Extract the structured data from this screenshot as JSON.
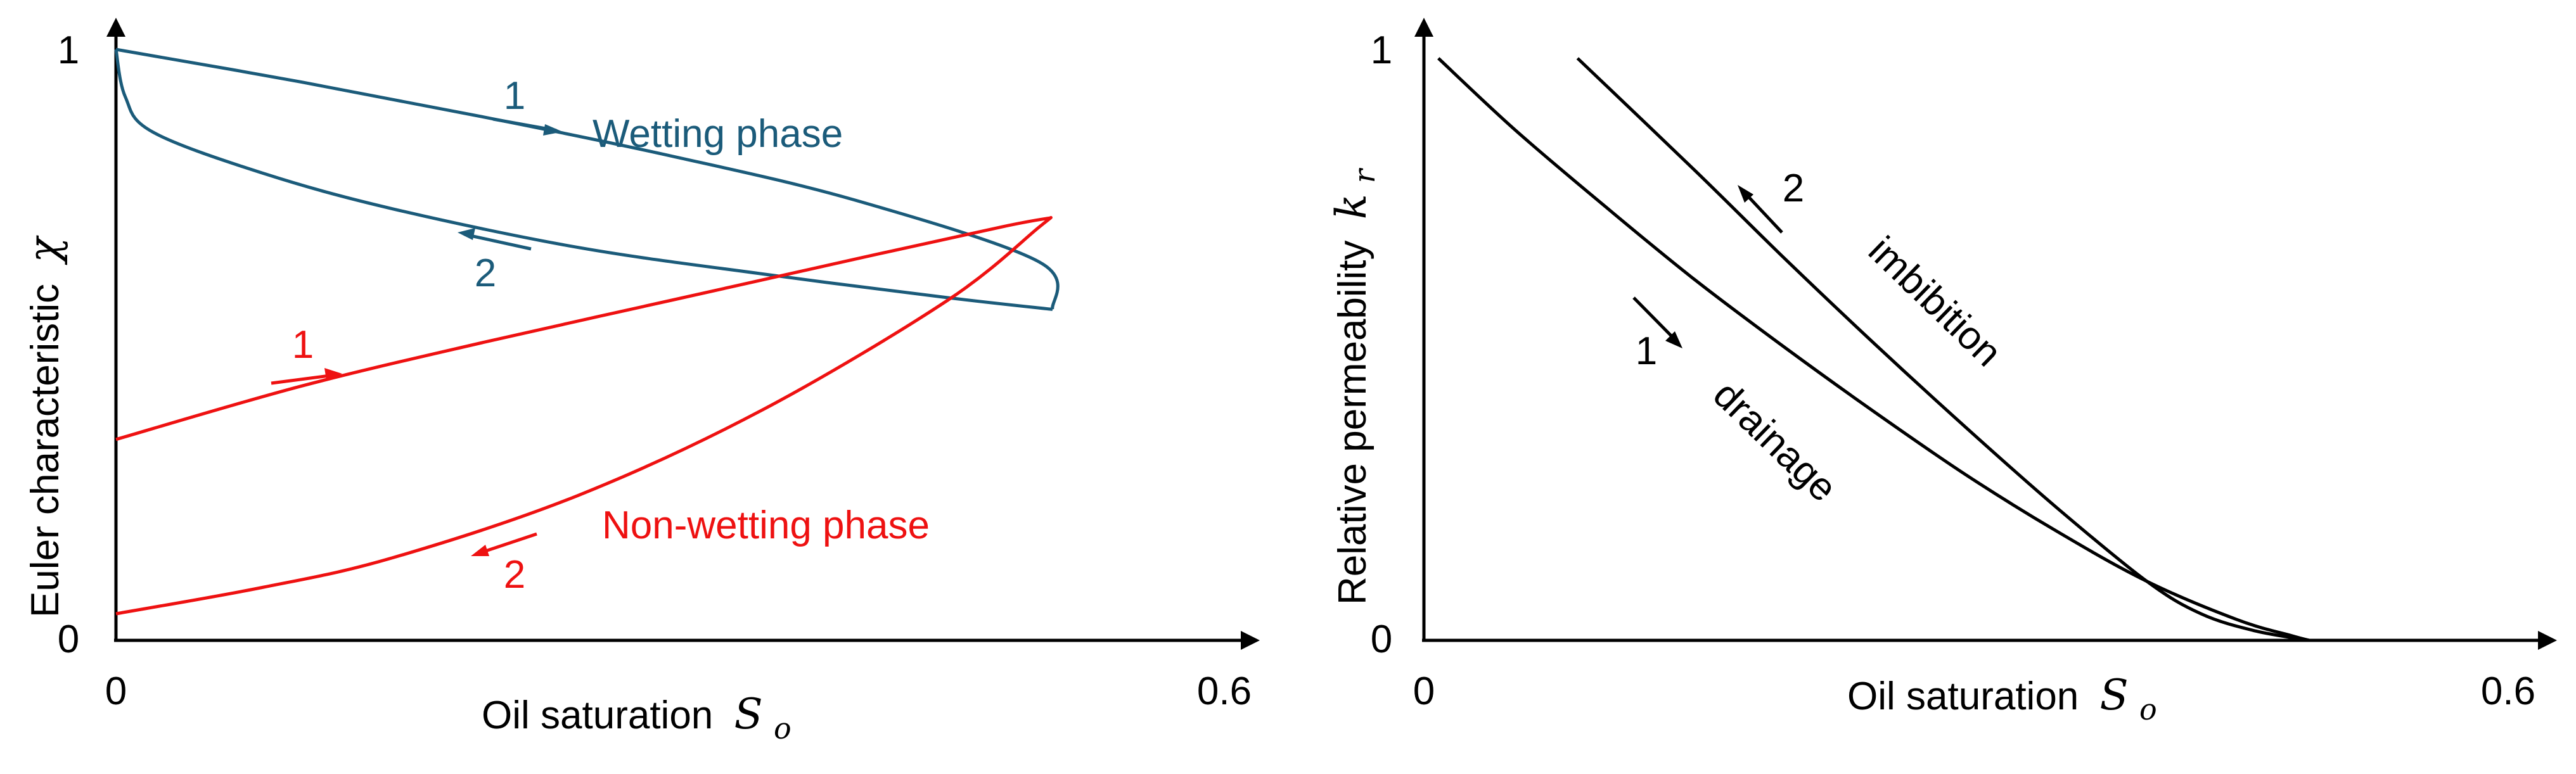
{
  "colors": {
    "axes": "#000000",
    "wetting": "#1b5b7a",
    "nonwetting": "#ee1111",
    "perm": "#000000"
  },
  "chart_data": [
    {
      "type": "line",
      "xlabel": "Oil saturation S_o",
      "xlabel_text": "Oil saturation",
      "xlabel_symbol": "S",
      "xlabel_sub": "o",
      "ylabel": "Euler characteristic χ",
      "ylabel_text": "Euler characteristic",
      "ylabel_symbol": "χ",
      "xlim": [
        0,
        0.6
      ],
      "ylim": [
        0,
        1
      ],
      "xticks": [
        "0",
        "0.6"
      ],
      "yticks": [
        "0",
        "1"
      ],
      "grid": false,
      "series": [
        {
          "name": "Wetting phase",
          "color": "#1b5b7a",
          "branches": [
            {
              "label": "1",
              "direction": "increasing S_o",
              "x": [
                0.0,
                0.1,
                0.2,
                0.3,
                0.4,
                0.5,
                0.507
              ],
              "y": [
                1.0,
                0.945,
                0.885,
                0.82,
                0.745,
                0.64,
                0.56
              ]
            },
            {
              "label": "2",
              "direction": "decreasing S_o",
              "x": [
                0.507,
                0.45,
                0.35,
                0.25,
                0.15,
                0.08,
                0.02,
                0.005,
                0.0
              ],
              "y": [
                0.56,
                0.58,
                0.62,
                0.665,
                0.73,
                0.79,
                0.86,
                0.92,
                1.0
              ]
            }
          ]
        },
        {
          "name": "Non-wetting phase",
          "color": "#ee1111",
          "branches": [
            {
              "label": "1",
              "direction": "increasing S_o",
              "x": [
                0.0,
                0.1,
                0.2,
                0.3,
                0.4,
                0.48,
                0.506
              ],
              "y": [
                0.34,
                0.43,
                0.505,
                0.575,
                0.645,
                0.7,
                0.715
              ]
            },
            {
              "label": "2",
              "direction": "decreasing S_o",
              "x": [
                0.506,
                0.5,
                0.45,
                0.35,
                0.25,
                0.15,
                0.08,
                0.0
              ],
              "y": [
                0.715,
                0.7,
                0.575,
                0.39,
                0.245,
                0.14,
                0.09,
                0.045
              ]
            }
          ]
        }
      ],
      "annotations": [
        {
          "text": "Wetting phase",
          "color": "#1b5b7a"
        },
        {
          "text": "Non-wetting phase",
          "color": "#ee1111"
        }
      ]
    },
    {
      "type": "line",
      "xlabel": "Oil saturation S_o",
      "xlabel_text": "Oil saturation",
      "xlabel_symbol": "S",
      "xlabel_sub": "o",
      "ylabel": "Relative permeability k_r",
      "ylabel_text": "Relative permeability",
      "ylabel_symbol": "k",
      "ylabel_sub": "r",
      "xlim": [
        0,
        0.6
      ],
      "ylim": [
        0,
        1
      ],
      "xticks": [
        "0",
        "0.6"
      ],
      "yticks": [
        "0",
        "1"
      ],
      "grid": false,
      "series": [
        {
          "name": "drainage",
          "label": "1",
          "color": "#000000",
          "x": [
            0.008,
            0.05,
            0.1,
            0.15,
            0.2,
            0.25,
            0.3,
            0.35,
            0.4,
            0.45,
            0.48,
            0.49
          ],
          "y": [
            0.985,
            0.865,
            0.735,
            0.61,
            0.495,
            0.385,
            0.28,
            0.185,
            0.1,
            0.035,
            0.008,
            0.0
          ]
        },
        {
          "name": "imbibition",
          "label": "2",
          "color": "#000000",
          "x": [
            0.085,
            0.15,
            0.2,
            0.25,
            0.3,
            0.35,
            0.4,
            0.43,
            0.46,
            0.49
          ],
          "y": [
            0.985,
            0.795,
            0.645,
            0.5,
            0.36,
            0.225,
            0.1,
            0.045,
            0.016,
            0.0
          ]
        }
      ]
    }
  ]
}
